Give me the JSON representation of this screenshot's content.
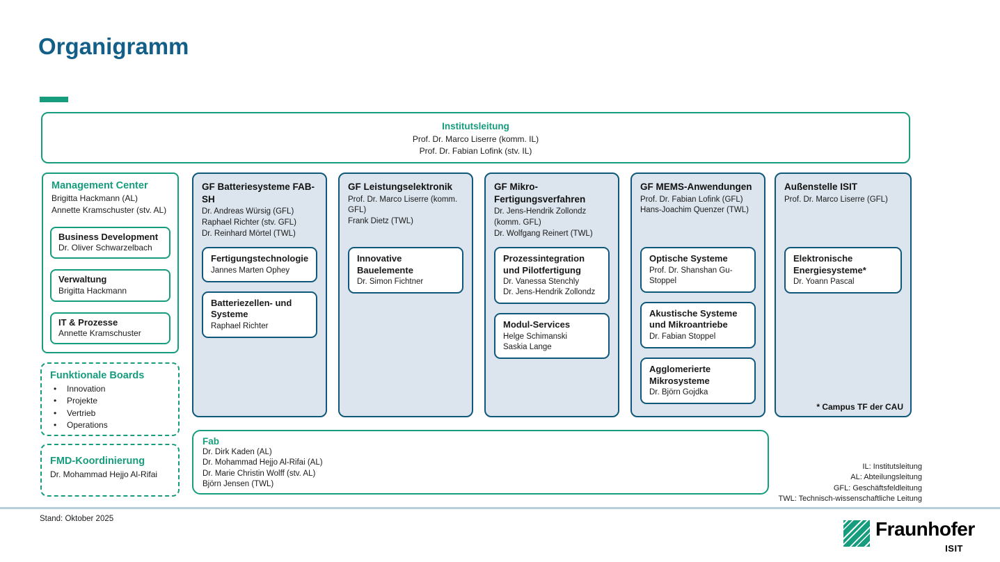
{
  "colors": {
    "teal": "#179c7d",
    "petrol_border": "#10587a",
    "title_blue": "#145f87",
    "column_bg": "#dce5ed",
    "divider": "#b7cedb"
  },
  "header": {
    "title": "Organigramm"
  },
  "institutsleitung": {
    "title": "Institutsleitung",
    "lines": [
      "Prof. Dr. Marco Liserre (komm. IL)",
      "Prof. Dr. Fabian Lofink (stv. IL)"
    ]
  },
  "management_center": {
    "title": "Management Center",
    "lines": [
      "Brigitta Hackmann (AL)",
      "Annette Kramschuster (stv. AL)"
    ],
    "departments": [
      {
        "title": "Business Development",
        "person": "Dr. Oliver Schwarzelbach"
      },
      {
        "title": "Verwaltung",
        "person": "Brigitta Hackmann"
      },
      {
        "title": "IT & Prozesse",
        "person": "Annette Kramschuster"
      }
    ]
  },
  "funktionale_boards": {
    "title": "Funktionale Boards",
    "items": [
      "Innovation",
      "Projekte",
      "Vertrieb",
      "Operations"
    ]
  },
  "fmd_koordinierung": {
    "title": "FMD-Koordinierung",
    "person": "Dr. Mohammad Hejjo Al-Rifai"
  },
  "business_units": [
    {
      "title": "GF Batteriesysteme FAB-SH",
      "leads": [
        "Dr. Andreas Würsig (GFL)",
        "Raphael Richter (stv. GFL)",
        "Dr. Reinhard Mörtel (TWL)"
      ],
      "departments": [
        {
          "title": "Fertigungstechnologie",
          "people": [
            "Jannes Marten Ophey"
          ]
        },
        {
          "title": "Batteriezellen- und Systeme",
          "people": [
            "Raphael Richter"
          ]
        }
      ]
    },
    {
      "title": "GF Leistungselektronik",
      "leads": [
        "Prof. Dr. Marco Liserre (komm. GFL)",
        "Frank Dietz (TWL)"
      ],
      "departments": [
        {
          "title": "Innovative Bauelemente",
          "people": [
            "Dr. Simon Fichtner"
          ]
        }
      ]
    },
    {
      "title": "GF Mikro-Fertigungsverfahren",
      "leads": [
        "Dr. Jens-Hendrik Zollondz (komm. GFL)",
        "Dr. Wolfgang Reinert (TWL)"
      ],
      "departments": [
        {
          "title": "Prozessintegration und Pilotfertigung",
          "people": [
            "Dr. Vanessa Stenchly",
            "Dr. Jens-Hendrik Zollondz"
          ]
        },
        {
          "title": "Modul-Services",
          "people": [
            "Helge Schimanski",
            "Saskia Lange"
          ]
        }
      ]
    },
    {
      "title": "GF MEMS-Anwendungen",
      "leads": [
        "Prof. Dr. Fabian Lofink (GFL)",
        "Hans-Joachim Quenzer (TWL)"
      ],
      "departments": [
        {
          "title": "Optische Systeme",
          "people": [
            "Prof. Dr. Shanshan Gu-Stoppel"
          ]
        },
        {
          "title": "Akustische Systeme und Mikroantriebe",
          "people": [
            "Dr. Fabian Stoppel"
          ]
        },
        {
          "title": "Agglomerierte Mikrosysteme",
          "people": [
            "Dr. Björn Gojdka"
          ]
        }
      ]
    },
    {
      "title": "Außenstelle ISIT",
      "leads": [
        "Prof. Dr. Marco Liserre (GFL)"
      ],
      "departments": [
        {
          "title": "Elektronische Energiesysteme*",
          "people": [
            "Dr. Yoann Pascal"
          ]
        }
      ],
      "footnote": "* Campus TF der CAU"
    }
  ],
  "fab": {
    "title": "Fab",
    "lines": [
      "Dr. Dirk Kaden (AL)",
      "Dr. Mohammad Hejjo Al-Rifai (AL)",
      "Dr. Marie Christin Wolff (stv. AL)",
      "Björn Jensen (TWL)"
    ]
  },
  "legend": {
    "lines": [
      "IL: Institutsleitung",
      "AL: Abteilungsleitung",
      "GFL: Geschäftsfeldleitung",
      "TWL: Technisch-wissenschaftliche Leitung"
    ]
  },
  "footer": {
    "stand": "Stand: Oktober 2025"
  },
  "logo": {
    "brand": "Fraunhofer",
    "institute": "ISIT"
  }
}
